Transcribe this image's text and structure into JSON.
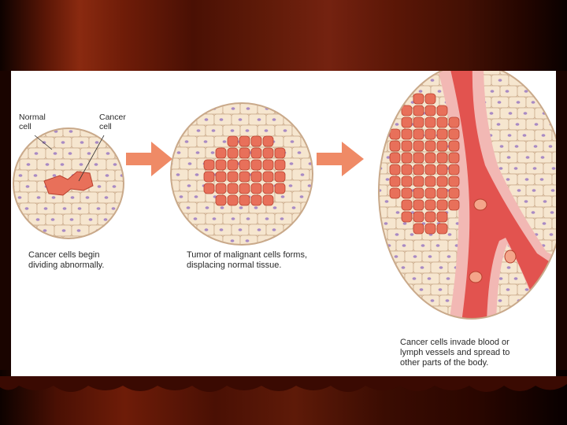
{
  "labels": {
    "normal_cell": [
      "Normal",
      "cell"
    ],
    "cancer_cell": [
      "Cancer",
      "cell"
    ]
  },
  "captions": {
    "stage1": [
      "Cancer cells begin",
      "dividing abnormally."
    ],
    "stage2": [
      "Tumor of malignant cells forms,",
      "displacing normal tissue."
    ],
    "stage3": [
      "Cancer cells invade blood or",
      "lymph vessels and spread to",
      "other parts of the body."
    ]
  },
  "colors": {
    "normal_cell_fill": "#f6e6cf",
    "normal_cell_stroke": "#c9a98a",
    "nucleus": "#a98bc4",
    "cancer_cell_fill": "#e8705a",
    "cancer_cell_stroke": "#b8402e",
    "vessel": "#e2534f",
    "vessel_wall": "#f2b8b4",
    "arrow": "#ef8a66",
    "curtain": "#6e1c08"
  }
}
